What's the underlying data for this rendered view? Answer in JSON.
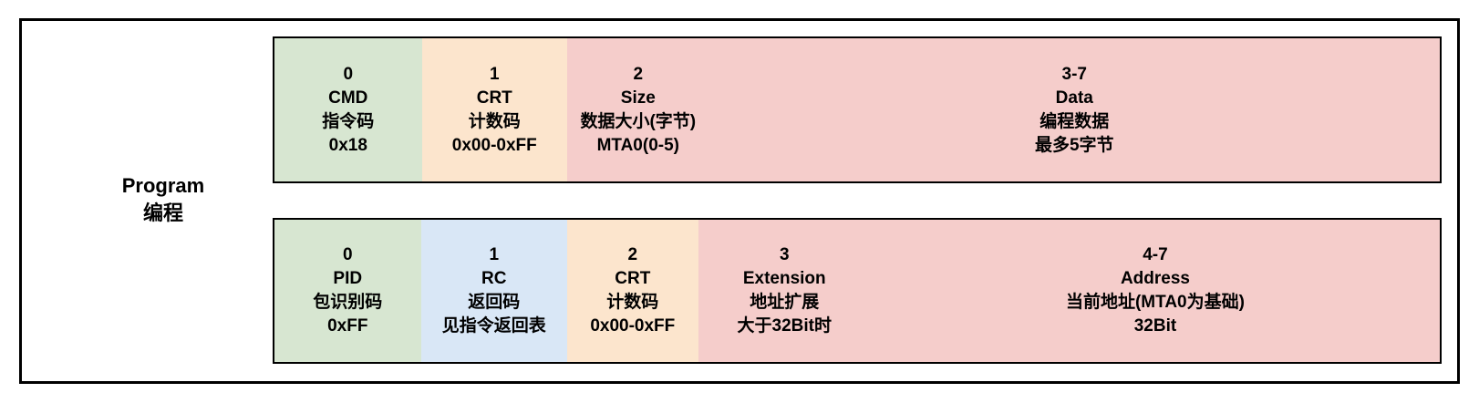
{
  "label": {
    "title": "Program",
    "subtitle": "编程"
  },
  "colors": {
    "green": "#d7e6d1",
    "orange": "#fce5cd",
    "pink": "#f5cdcb",
    "blue": "#d9e7f6",
    "border": "#000000",
    "text": "#000000"
  },
  "rows": [
    {
      "cells": [
        {
          "byte_index": "0",
          "field": "CMD",
          "description": "指令码",
          "value": "0x18"
        },
        {
          "byte_index": "1",
          "field": "CRT",
          "description": "计数码",
          "value": "0x00-0xFF"
        },
        {
          "byte_index": "2",
          "field": "Size",
          "description": "数据大小(字节)",
          "value": "MTA0(0-5)"
        },
        {
          "byte_index": "3-7",
          "field": "Data",
          "description": "编程数据",
          "value": "最多5字节"
        }
      ]
    },
    {
      "cells": [
        {
          "byte_index": "0",
          "field": "PID",
          "description": "包识别码",
          "value": "0xFF"
        },
        {
          "byte_index": "1",
          "field": "RC",
          "description": "返回码",
          "value": "见指令返回表"
        },
        {
          "byte_index": "2",
          "field": "CRT",
          "description": "计数码",
          "value": "0x00-0xFF"
        },
        {
          "byte_index": "3",
          "field": "Extension",
          "description": "地址扩展",
          "value": "大于32Bit时"
        },
        {
          "byte_index": "4-7",
          "field": "Address",
          "description": "当前地址(MTA0为基础)",
          "value": "32Bit"
        }
      ]
    }
  ]
}
